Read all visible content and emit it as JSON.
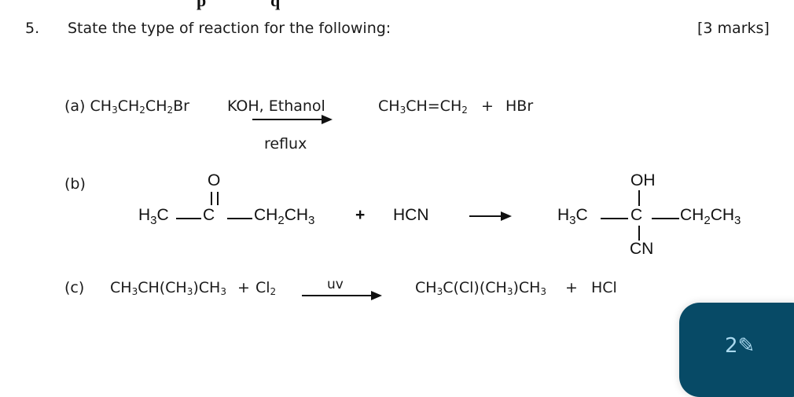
{
  "cropped_top_text": {
    "left": "p",
    "right": "q"
  },
  "question": {
    "number": "5.",
    "prompt": "State the type of reaction for the following:",
    "marks": "[3 marks]"
  },
  "part_a": {
    "label": "(a)",
    "reactant": {
      "parts": [
        "CH",
        "3",
        "CH",
        "2",
        "CH",
        "2",
        "Br"
      ]
    },
    "conditions_above": "KOH, Ethanol",
    "conditions_below": "reflux",
    "product1": {
      "parts": [
        "CH",
        "3",
        "CH=CH",
        "2"
      ]
    },
    "plus": "+",
    "product2": "HBr"
  },
  "part_b": {
    "label": "(b)",
    "reactant": {
      "left_group": "H3C",
      "center_atom": "C",
      "double_bond_atom": "O",
      "right_group": "CH2CH3"
    },
    "plus": "+",
    "reagent": "HCN",
    "product": {
      "left_group": "H3C",
      "center_atom": "C",
      "top_group": "OH",
      "bottom_group": "CN",
      "right_group": "CH2CH3"
    }
  },
  "part_c": {
    "label": "(c)",
    "reactant1": "CH3CH(CH3)CH3",
    "plus": "+",
    "reactant2": "Cl2",
    "condition": "uv",
    "product1": "CH3C(Cl)(CH3)CH3",
    "product2": "HCl"
  },
  "overlay_button": {
    "icon": "pen-icon",
    "color": "#074a66",
    "glyph": "2✎"
  }
}
